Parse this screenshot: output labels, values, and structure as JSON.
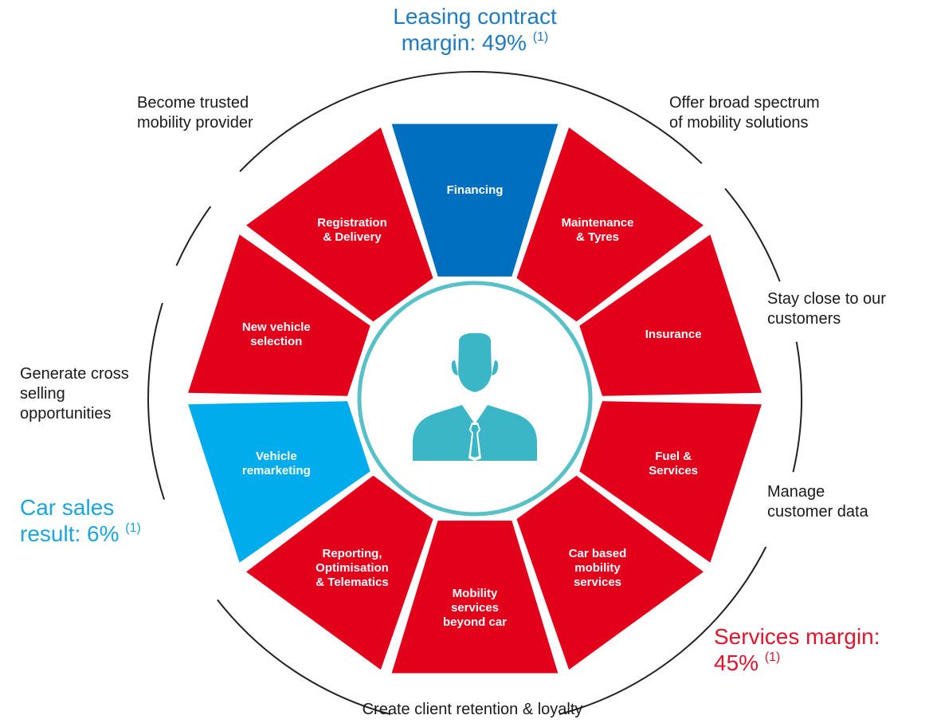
{
  "colors": {
    "segment_red": "#e3001b",
    "segment_dark_blue": "#006fbf",
    "segment_light_blue": "#00acec",
    "hub_ring": "#58c1c8",
    "person": "#3bb6c6",
    "outer_arc": "#222222"
  },
  "segments": [
    {
      "id": "financing",
      "lines": [
        "Financing"
      ],
      "color": "dark_blue"
    },
    {
      "id": "maintenance",
      "lines": [
        "Maintenance",
        "& Tyres"
      ],
      "color": "red"
    },
    {
      "id": "insurance",
      "lines": [
        "Insurance"
      ],
      "color": "red"
    },
    {
      "id": "fuel",
      "lines": [
        "Fuel &",
        "Services"
      ],
      "color": "red"
    },
    {
      "id": "car-based",
      "lines": [
        "Car based",
        "mobility",
        "services"
      ],
      "color": "red"
    },
    {
      "id": "beyond-car",
      "lines": [
        "Mobility",
        "services",
        "beyond car"
      ],
      "color": "red"
    },
    {
      "id": "reporting",
      "lines": [
        "Reporting,",
        "Optimisation",
        "& Telematics"
      ],
      "color": "red"
    },
    {
      "id": "remarketing",
      "lines": [
        "Vehicle",
        "remarketing"
      ],
      "color": "light_blue"
    },
    {
      "id": "new-vehicle",
      "lines": [
        "New vehicle",
        "selection"
      ],
      "color": "red"
    },
    {
      "id": "registration",
      "lines": [
        "Registration",
        "& Delivery"
      ],
      "color": "red"
    }
  ],
  "center_icon": "business-person-icon",
  "outer_labels": {
    "trusted": [
      "Become trusted",
      "mobility provider"
    ],
    "spectrum": [
      "Offer broad spectrum",
      "of mobility solutions"
    ],
    "close": [
      "Stay close to our",
      "customers"
    ],
    "data": [
      "Manage",
      "customer data"
    ],
    "retention": [
      "Create client retention & loyalty"
    ],
    "cross": [
      "Generate cross",
      "selling",
      "opportunities"
    ]
  },
  "margins": {
    "leasing": {
      "line1": "Leasing contract",
      "line2": "margin: 49%",
      "note": "(1)"
    },
    "car_sales": {
      "line1": "Car sales",
      "line2": "result: 6%",
      "note": "(1)"
    },
    "services": {
      "line1": "Services margin:",
      "line2": "45%",
      "note": "(1)"
    }
  }
}
